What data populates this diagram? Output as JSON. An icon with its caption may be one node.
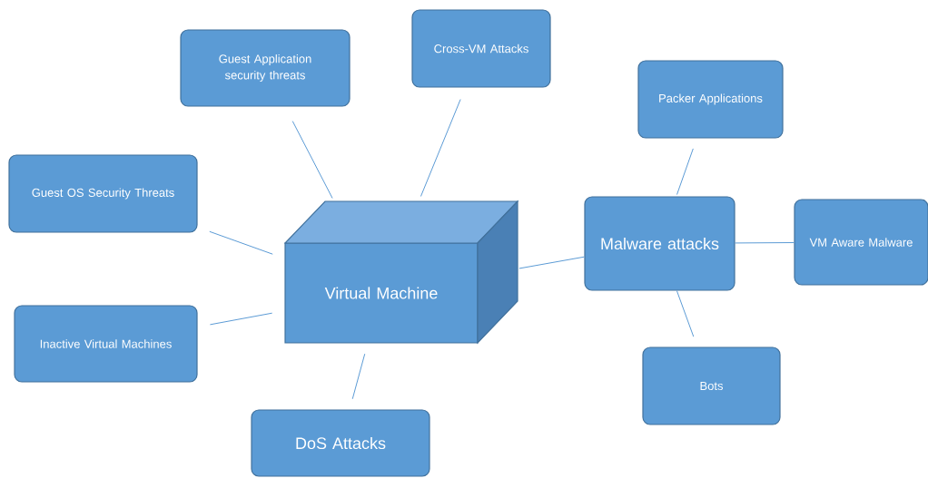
{
  "diagram": {
    "nodes": [
      {
        "text": [
          "Virtual Machine"
        ]
      },
      {
        "text": [
          "Guest Application security threats"
        ]
      },
      {
        "text": [
          "Cross-VM Attacks"
        ]
      },
      {
        "text": [
          "Guest OS Security Threats"
        ]
      },
      {
        "text": [
          "Inactive Virtual Machines"
        ]
      },
      {
        "text": [
          "DoS Attacks"
        ]
      },
      {
        "text": [
          "Malware attacks"
        ]
      },
      {
        "text": [
          "Packer Applications"
        ]
      },
      {
        "text": [
          "VM Aware Malware"
        ]
      },
      {
        "text": [
          "Bots"
        ]
      }
    ],
    "edges": [
      {
        "from": 0,
        "to": 1,
        "arrow": "none"
      },
      {
        "from": 0,
        "to": 2,
        "arrow": "none"
      },
      {
        "from": 0,
        "to": 3,
        "arrow": "none"
      },
      {
        "from": 0,
        "to": 4,
        "arrow": "none"
      },
      {
        "from": 0,
        "to": 5,
        "arrow": "none"
      },
      {
        "from": 0,
        "to": 6,
        "arrow": "none"
      },
      {
        "from": 6,
        "to": 7,
        "arrow": "none"
      },
      {
        "from": 6,
        "to": 8,
        "arrow": "none"
      },
      {
        "from": 6,
        "to": 9,
        "arrow": "none"
      }
    ]
  }
}
